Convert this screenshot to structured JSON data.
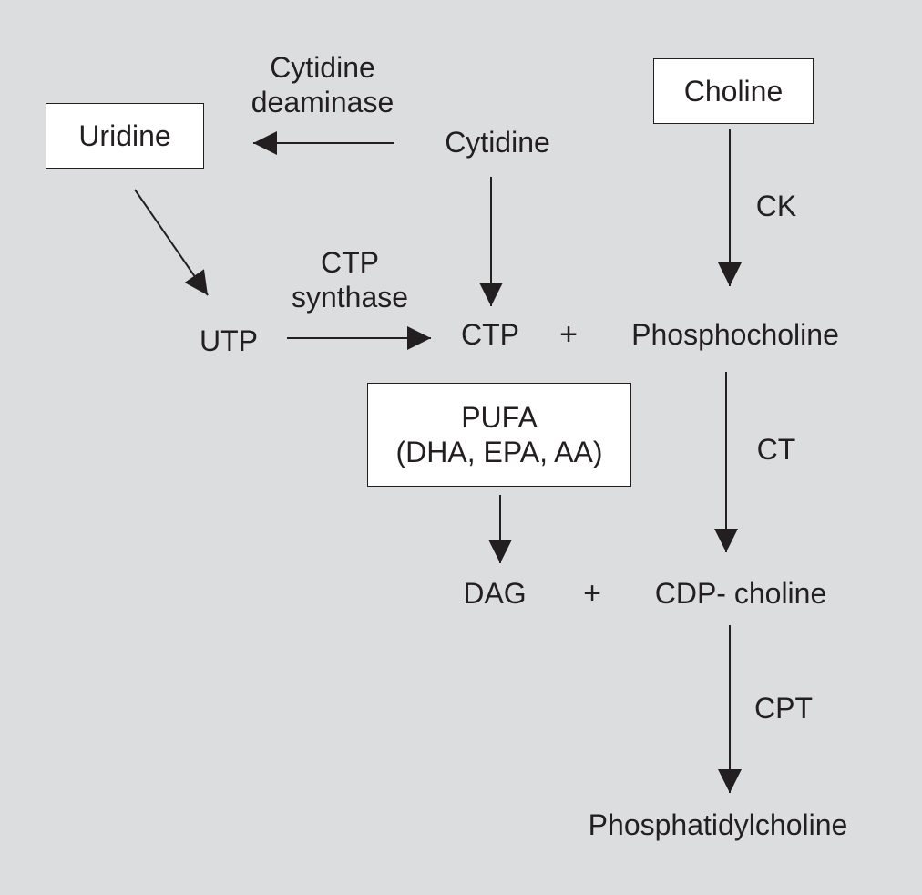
{
  "diagram": {
    "nodes": {
      "choline": "Choline",
      "uridine": "Uridine",
      "cytidine": "Cytidine",
      "utp": "UTP",
      "ctp": "CTP",
      "phosphocholine": "Phosphocholine",
      "pufa_line1": "PUFA",
      "pufa_line2": "(DHA, EPA, AA)",
      "dag": "DAG",
      "cdp_choline": "CDP- choline",
      "phosphatidylcholine": "Phosphatidylcholine"
    },
    "enzymes": {
      "cytidine_deaminase_line1": "Cytidine",
      "cytidine_deaminase_line2": "deaminase",
      "ctp_synthase_line1": "CTP",
      "ctp_synthase_line2": "synthase",
      "ck": "CK",
      "ct": "CT",
      "cpt": "CPT"
    },
    "operators": {
      "plus_ctp": "+",
      "plus_dag": "+"
    }
  },
  "colors": {
    "background": "#dcdddf",
    "box_fill": "#ffffff",
    "ink": "#231f20"
  }
}
